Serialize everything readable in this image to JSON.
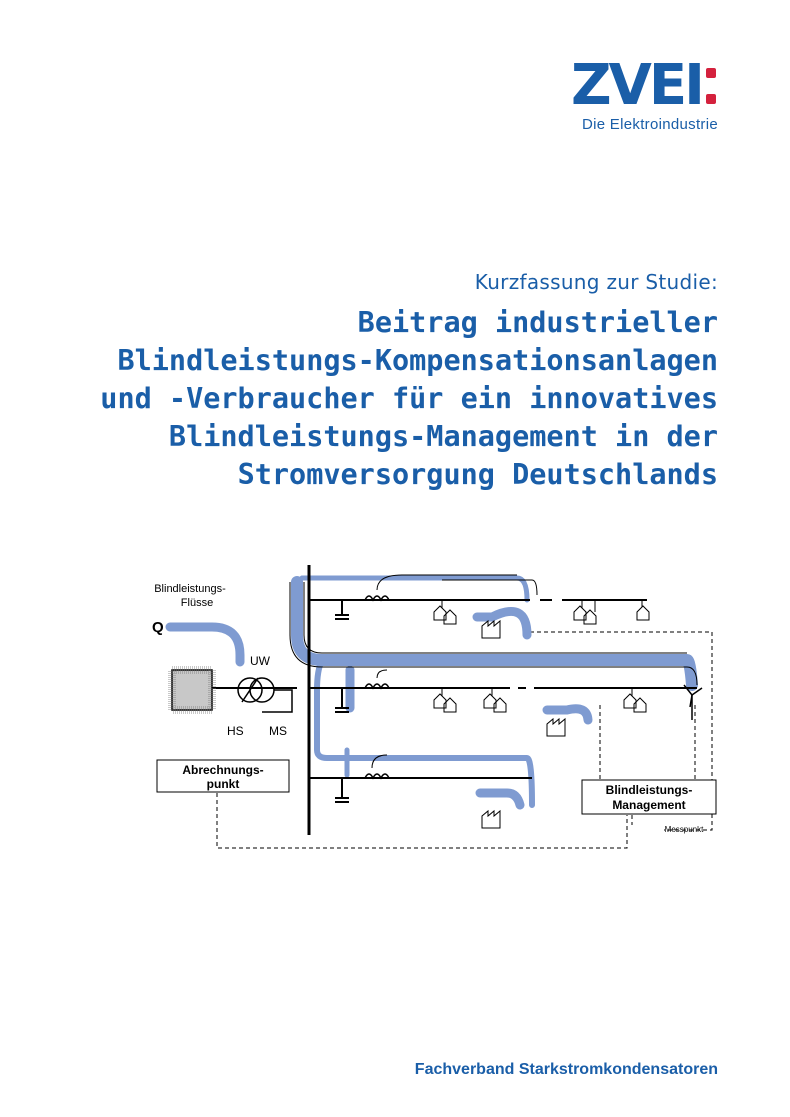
{
  "logo": {
    "word": "ZVEI",
    "subtitle": "Die Elektroindustrie",
    "colors": {
      "blue": "#1a5ea8",
      "red": "#d4213d"
    }
  },
  "title": {
    "pre": "Kurzfassung zur Studie:",
    "lines": [
      "Beitrag industrieller",
      "Blindleistungs-Kompensationsanlagen",
      "und -Verbraucher für ein innovatives",
      "Blindleistungs-Management in der",
      "Stromversorgung Deutschlands"
    ]
  },
  "diagram": {
    "flows_label_1": "Blindleistungs-",
    "flows_label_2": "Flüsse",
    "q_label": "Q",
    "uw_label": "UW",
    "hs_label": "HS",
    "ms_label": "MS",
    "billing_1": "Abrechnungs-",
    "billing_2": "punkt",
    "mgmt_1": "Blindleistungs-",
    "mgmt_2": "Management",
    "measure": "Messpunkt",
    "flow_color": "#7f9bd1"
  },
  "footer": "Fachverband Starkstromkondensatoren"
}
